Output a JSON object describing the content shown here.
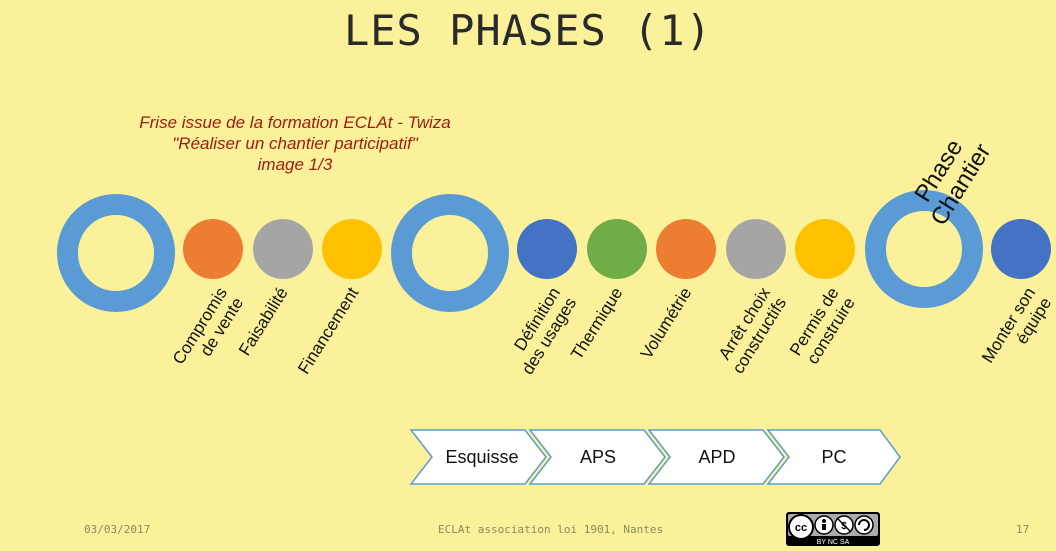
{
  "title": "LES PHASES (1)",
  "caption": {
    "line1": "Frise issue de la formation ECLAt - Twiza",
    "line2": "\"Réaliser un chantier participatif\"",
    "line3": "image 1/3"
  },
  "timeline": {
    "phase_chantier_line1": "Phase",
    "phase_chantier_line2": "Chantier",
    "items": [
      {
        "label1": "Compromis",
        "label2": "de vente",
        "color": "#ed7d31"
      },
      {
        "label1": "Faisabilité",
        "label2": "",
        "color": "#a5a5a5"
      },
      {
        "label1": "Financement",
        "label2": "",
        "color": "#ffc000"
      },
      {
        "label1": "Définition",
        "label2": "des usages",
        "color": "#4472c4"
      },
      {
        "label1": "Thermique",
        "label2": "",
        "color": "#70ad47"
      },
      {
        "label1": "Volumétrie",
        "label2": "",
        "color": "#ed7d31"
      },
      {
        "label1": "Arrêt choix",
        "label2": "constructifs",
        "color": "#a5a5a5"
      },
      {
        "label1": "Permis de",
        "label2": "construire",
        "color": "#ffc000"
      },
      {
        "label1": "Monter son",
        "label2": "équipe",
        "color": "#4472c4"
      }
    ]
  },
  "steps": [
    "Esquisse",
    "APS",
    "APD",
    "PC"
  ],
  "footer": {
    "date": "03/03/2017",
    "org": "ECLAt association loi 1901, Nantes",
    "page": "17",
    "license": "BY NC SA"
  }
}
